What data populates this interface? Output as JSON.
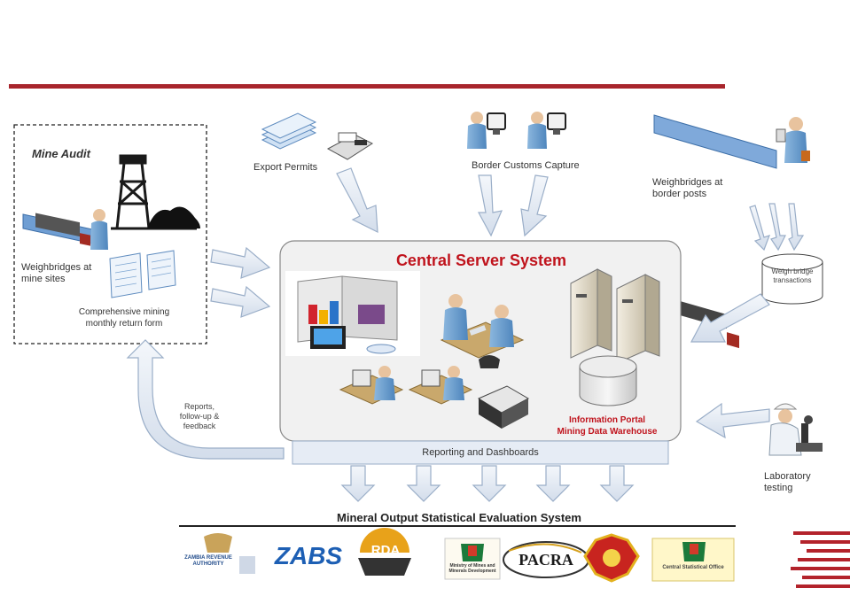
{
  "diagram": {
    "mine_audit": {
      "title": "Mine Audit",
      "weighbridges_label": "Weighbridges at mine sites",
      "form_label": "Comprehensive mining monthly return form"
    },
    "inputs": {
      "export_permits": "Export Permits",
      "border_customs": "Border Customs Capture",
      "weighbridges_border": "Weighbridges at border posts",
      "weigh_bridge_db": "Weigh bridge transactions",
      "laboratory": "Laboratory testing"
    },
    "central": {
      "title": "Central Server System",
      "portal_line1": "Information Portal",
      "portal_line2": "Mining Data Warehouse",
      "reporting": "Reporting and Dashboards"
    },
    "feedback_label": "Reports, follow-up & feedback",
    "footer_title": "Mineral Output Statistical Evaluation System",
    "logos": [
      "ZAMBIA REVENUE AUTHORITY",
      "ZABS",
      "RDA",
      "Ministry of Mines and Minerals Development",
      "PACRA",
      "Central Statistical Office"
    ],
    "colors": {
      "accent_red": "#c0141d",
      "arrow_fill": "#dfe7f2",
      "arrow_stroke": "#9aaec8",
      "panel_fill": "#f1f1f1",
      "bar_fill": "#e6ecf5"
    }
  }
}
